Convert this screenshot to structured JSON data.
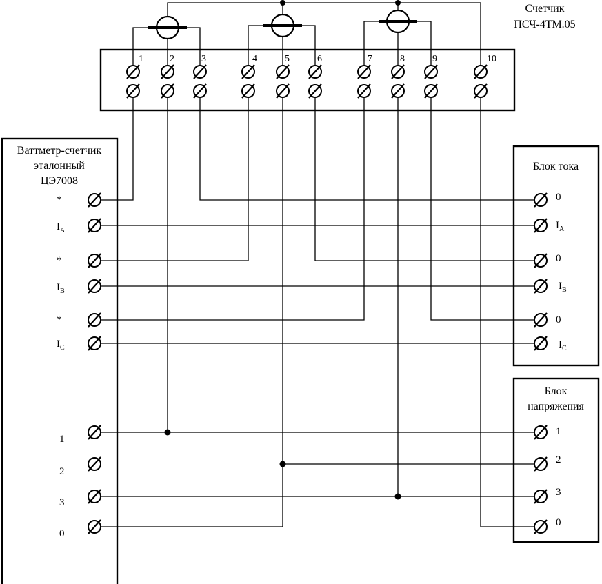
{
  "meter": {
    "title_line1": "Счетчик",
    "title_line2": "ПСЧ-4ТМ.05",
    "terminals": [
      "1",
      "2",
      "3",
      "4",
      "5",
      "6",
      "7",
      "8",
      "9",
      "10"
    ]
  },
  "wattmeter": {
    "title_line1": "Ваттметр-счетчик",
    "title_line2": "эталонный",
    "title_line3": "ЦЭ7008",
    "current_labels": [
      {
        "main": "*",
        "sub": ""
      },
      {
        "main": "I",
        "sub": "A"
      },
      {
        "main": "*",
        "sub": ""
      },
      {
        "main": "I",
        "sub": "B"
      },
      {
        "main": "*",
        "sub": ""
      },
      {
        "main": "I",
        "sub": "C"
      }
    ],
    "voltage_labels": [
      "1",
      "2",
      "3",
      "0"
    ]
  },
  "current_block": {
    "title": "Блок тока",
    "labels": [
      {
        "main": "0",
        "sub": ""
      },
      {
        "main": "I",
        "sub": "A"
      },
      {
        "main": "0",
        "sub": ""
      },
      {
        "main": "I",
        "sub": "B"
      },
      {
        "main": "0",
        "sub": ""
      },
      {
        "main": "I",
        "sub": "C"
      }
    ]
  },
  "voltage_block": {
    "title_line1": "Блок",
    "title_line2": "напряжения",
    "labels": [
      "1",
      "2",
      "3",
      "0"
    ]
  }
}
